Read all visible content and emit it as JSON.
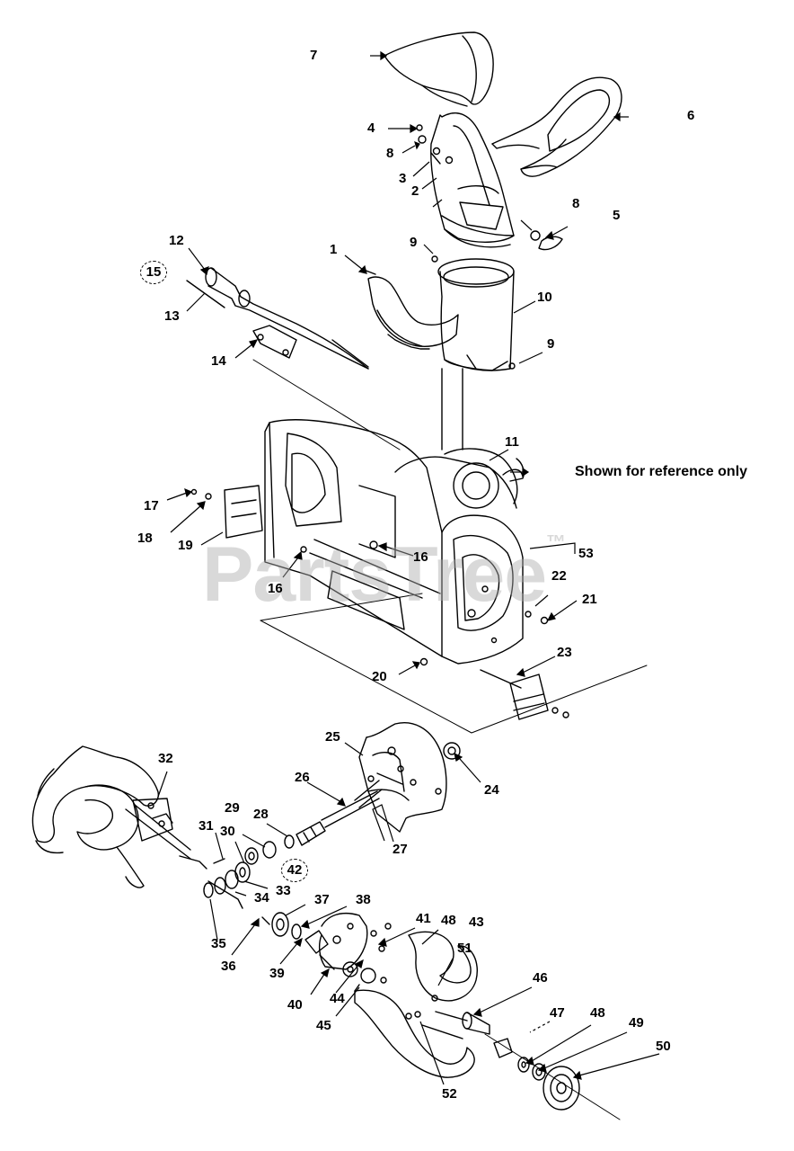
{
  "note": "Shown for reference only",
  "watermark": "PartsTree",
  "watermark_tm": "™",
  "callouts": [
    {
      "id": "7",
      "text": "7",
      "circled": false
    },
    {
      "id": "6",
      "text": "6",
      "circled": false
    },
    {
      "id": "4",
      "text": "4",
      "circled": false
    },
    {
      "id": "8a",
      "text": "8",
      "circled": false
    },
    {
      "id": "3",
      "text": "3",
      "circled": false
    },
    {
      "id": "2",
      "text": "2",
      "circled": false
    },
    {
      "id": "8b",
      "text": "8",
      "circled": false
    },
    {
      "id": "5",
      "text": "5",
      "circled": false
    },
    {
      "id": "9a",
      "text": "9",
      "circled": false
    },
    {
      "id": "1",
      "text": "1",
      "circled": false
    },
    {
      "id": "12",
      "text": "12",
      "circled": false
    },
    {
      "id": "15",
      "text": "15",
      "circled": true
    },
    {
      "id": "13",
      "text": "13",
      "circled": false
    },
    {
      "id": "10",
      "text": "10",
      "circled": false
    },
    {
      "id": "9b",
      "text": "9",
      "circled": false
    },
    {
      "id": "14",
      "text": "14",
      "circled": false
    },
    {
      "id": "11",
      "text": "11",
      "circled": false
    },
    {
      "id": "17",
      "text": "17",
      "circled": false
    },
    {
      "id": "18",
      "text": "18",
      "circled": false
    },
    {
      "id": "19",
      "text": "19",
      "circled": false
    },
    {
      "id": "16a",
      "text": "16",
      "circled": false
    },
    {
      "id": "53",
      "text": "53",
      "circled": false
    },
    {
      "id": "16b",
      "text": "16",
      "circled": false
    },
    {
      "id": "22",
      "text": "22",
      "circled": false
    },
    {
      "id": "21",
      "text": "21",
      "circled": false
    },
    {
      "id": "23",
      "text": "23",
      "circled": false
    },
    {
      "id": "20",
      "text": "20",
      "circled": false
    },
    {
      "id": "25",
      "text": "25",
      "circled": false
    },
    {
      "id": "24",
      "text": "24",
      "circled": false
    },
    {
      "id": "32",
      "text": "32",
      "circled": false
    },
    {
      "id": "26",
      "text": "26",
      "circled": false
    },
    {
      "id": "29",
      "text": "29",
      "circled": false
    },
    {
      "id": "28",
      "text": "28",
      "circled": false
    },
    {
      "id": "31",
      "text": "31",
      "circled": false
    },
    {
      "id": "30",
      "text": "30",
      "circled": false
    },
    {
      "id": "27",
      "text": "27",
      "circled": false
    },
    {
      "id": "42",
      "text": "42",
      "circled": true
    },
    {
      "id": "33",
      "text": "33",
      "circled": false
    },
    {
      "id": "34",
      "text": "34",
      "circled": false
    },
    {
      "id": "37",
      "text": "37",
      "circled": false
    },
    {
      "id": "38",
      "text": "38",
      "circled": false
    },
    {
      "id": "35",
      "text": "35",
      "circled": false
    },
    {
      "id": "41",
      "text": "41",
      "circled": false
    },
    {
      "id": "48a",
      "text": "48",
      "circled": false
    },
    {
      "id": "43",
      "text": "43",
      "circled": false
    },
    {
      "id": "36",
      "text": "36",
      "circled": false
    },
    {
      "id": "39",
      "text": "39",
      "circled": false
    },
    {
      "id": "51",
      "text": "51",
      "circled": false
    },
    {
      "id": "40",
      "text": "40",
      "circled": false
    },
    {
      "id": "44",
      "text": "44",
      "circled": false
    },
    {
      "id": "46",
      "text": "46",
      "circled": false
    },
    {
      "id": "45",
      "text": "45",
      "circled": false
    },
    {
      "id": "47",
      "text": "47",
      "circled": false
    },
    {
      "id": "48b",
      "text": "48",
      "circled": false
    },
    {
      "id": "49",
      "text": "49",
      "circled": false
    },
    {
      "id": "50",
      "text": "50",
      "circled": false
    },
    {
      "id": "52",
      "text": "52",
      "circled": false
    }
  ]
}
